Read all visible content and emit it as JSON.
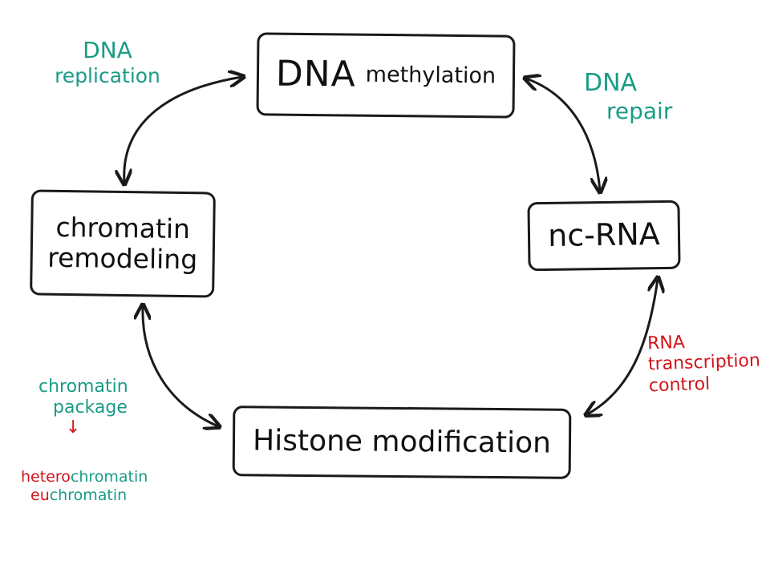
{
  "nodes": {
    "methylation": {
      "main": "DNA",
      "sub": "methylation"
    },
    "remodeling": {
      "line1": "chromatin",
      "line2": "remodeling"
    },
    "ncrna": {
      "label": "nc-RNA"
    },
    "histone": {
      "label": "Histone modification"
    }
  },
  "annotations": {
    "replication": {
      "line1": "DNA",
      "line2": "replication"
    },
    "repair": {
      "line1": "DNA",
      "line2": "repair"
    },
    "rna_control": {
      "line1": "RNA",
      "line2": "transcription",
      "line3": "control"
    },
    "package": {
      "line1": "chromatin",
      "line2": "package",
      "arrow": "↓"
    },
    "chromatin_states": {
      "hetero_prefix": "hetero",
      "hetero_suffix": "chromatin",
      "eu_prefix": "eu",
      "eu_suffix": "chromatin"
    }
  },
  "colors": {
    "ink": "#1a1a1a",
    "teal": "#1a9c86",
    "red": "#d2141a"
  }
}
